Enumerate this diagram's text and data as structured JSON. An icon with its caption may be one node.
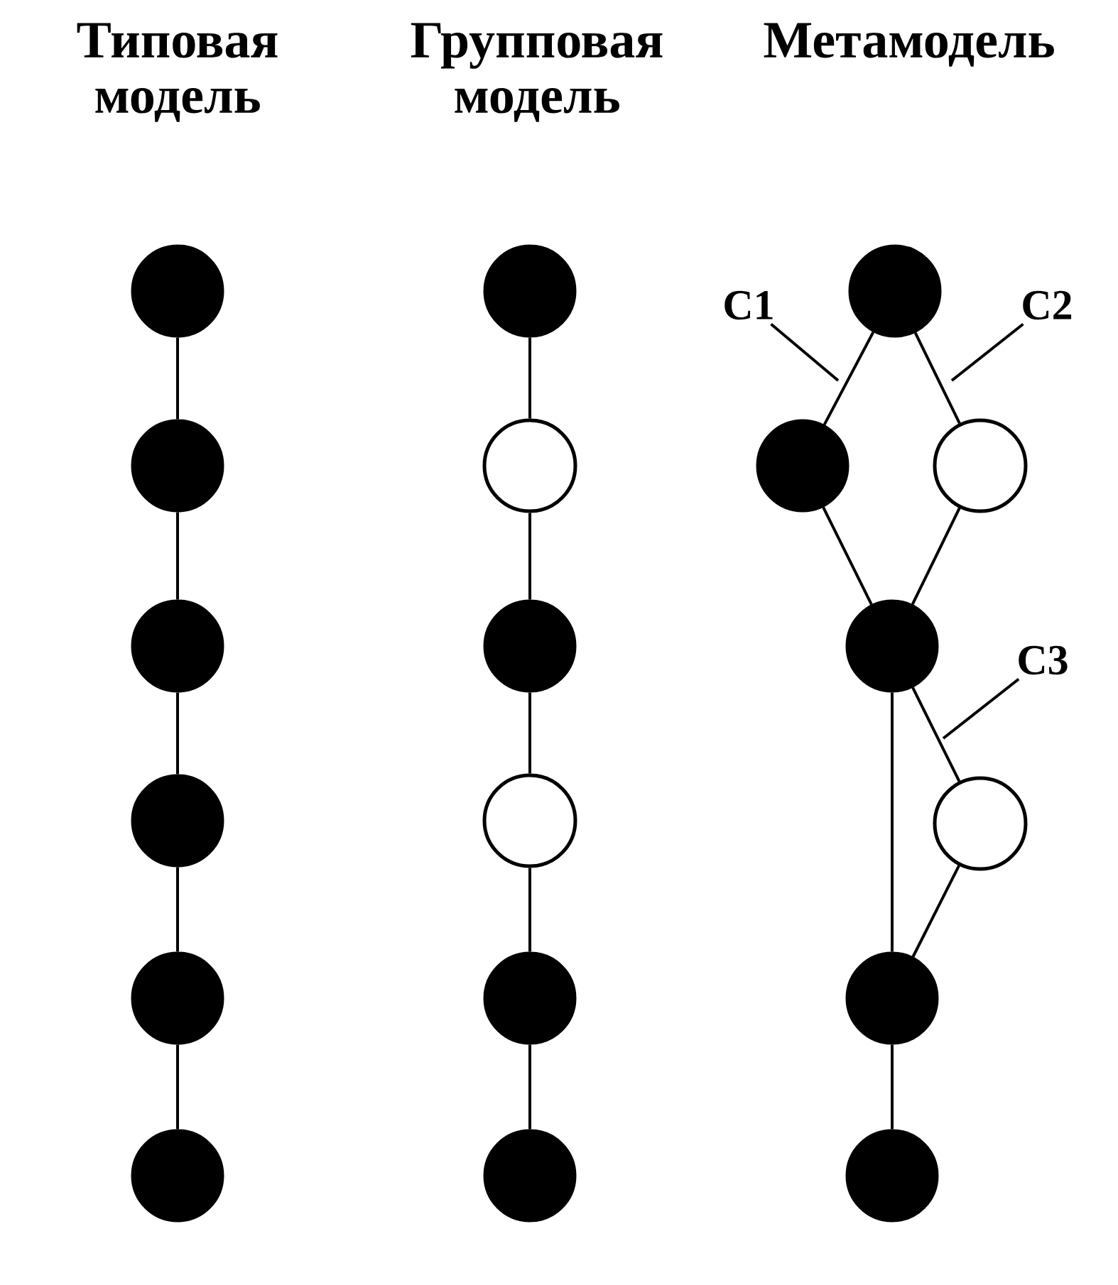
{
  "diagram": {
    "nodes": [
      {
        "text": [],
        "shape": "dot"
      },
      {
        "text": [],
        "shape": "dot"
      },
      {
        "text": [],
        "shape": "dot"
      },
      {
        "text": [],
        "shape": "dot"
      },
      {
        "text": [],
        "shape": "dot"
      },
      {
        "text": [],
        "shape": "dot"
      },
      {
        "text": [],
        "shape": "dot"
      },
      {
        "text": [],
        "shape": "circle"
      },
      {
        "text": [],
        "shape": "dot"
      },
      {
        "text": [],
        "shape": "circle"
      },
      {
        "text": [],
        "shape": "dot"
      },
      {
        "text": [],
        "shape": "dot"
      },
      {
        "text": [],
        "shape": "dot"
      },
      {
        "text": [],
        "shape": "dot"
      },
      {
        "text": [],
        "shape": "circle"
      },
      {
        "text": [],
        "shape": "dot"
      },
      {
        "text": [],
        "shape": "circle"
      },
      {
        "text": [],
        "shape": "dot"
      },
      {
        "text": [],
        "shape": "dot"
      },
      {
        "text": [
          "C1"
        ]
      },
      {
        "text": [
          "C2"
        ]
      },
      {
        "text": [
          "C3"
        ]
      }
    ],
    "edges": [
      {
        "from": 0,
        "to": 1,
        "arrow": "none"
      },
      {
        "from": 1,
        "to": 2,
        "arrow": "none"
      },
      {
        "from": 2,
        "to": 3,
        "arrow": "none"
      },
      {
        "from": 3,
        "to": 4,
        "arrow": "none"
      },
      {
        "from": 4,
        "to": 5,
        "arrow": "none"
      },
      {
        "from": 6,
        "to": 7,
        "arrow": "none"
      },
      {
        "from": 7,
        "to": 8,
        "arrow": "none"
      },
      {
        "from": 8,
        "to": 9,
        "arrow": "none"
      },
      {
        "from": 9,
        "to": 10,
        "arrow": "none"
      },
      {
        "from": 10,
        "to": 11,
        "arrow": "none"
      },
      {
        "from": 12,
        "to": 13,
        "arrow": "none"
      },
      {
        "from": 12,
        "to": 14,
        "arrow": "none"
      },
      {
        "from": 13,
        "to": 15,
        "arrow": "none"
      },
      {
        "from": 14,
        "to": 15,
        "arrow": "none"
      },
      {
        "from": 15,
        "to": 17,
        "arrow": "none"
      },
      {
        "from": 15,
        "to": 16,
        "arrow": "none"
      },
      {
        "from": 16,
        "to": 17,
        "arrow": "none"
      },
      {
        "from": 17,
        "to": 18,
        "arrow": "none"
      },
      {
        "from": 19,
        "to": null,
        "arrow": "none"
      },
      {
        "from": 20,
        "to": null,
        "arrow": "none"
      },
      {
        "from": 21,
        "to": null,
        "arrow": "none"
      }
    ],
    "labels": [
      "Типовая модель",
      "Групповая модель",
      "Метамодель"
    ]
  }
}
